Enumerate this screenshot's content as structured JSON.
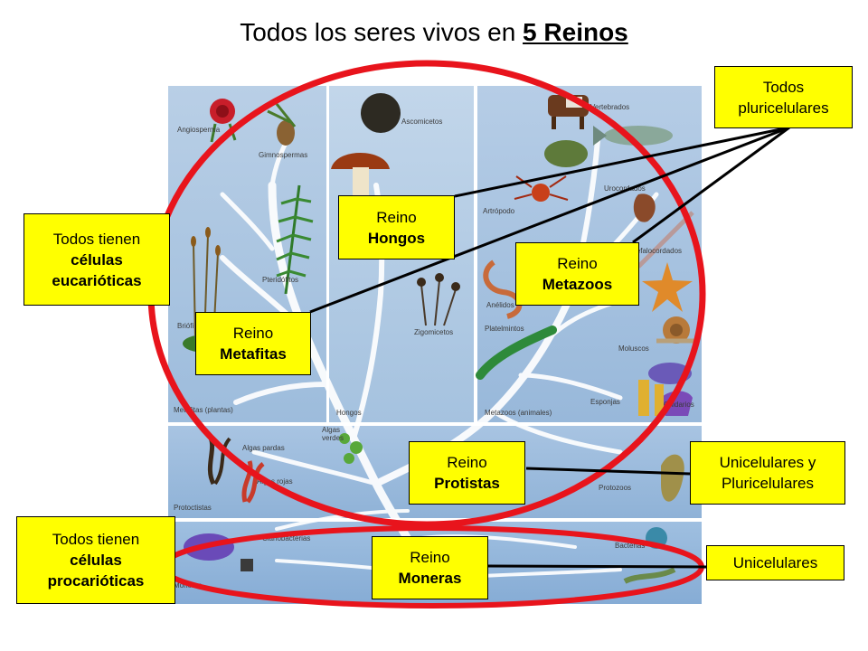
{
  "title": {
    "prefix": "Todos los seres vivos en ",
    "emphasis": "5 Reinos"
  },
  "reinos": {
    "hongos": {
      "line1": "Reino",
      "line2": "Hongos"
    },
    "metazoos": {
      "line1": "Reino",
      "line2": "Metazoos"
    },
    "metafitas": {
      "line1": "Reino",
      "line2": "Metafitas"
    },
    "protistas": {
      "line1": "Reino",
      "line2": "Protistas"
    },
    "moneras": {
      "line1": "Reino",
      "line2": "Moneras"
    }
  },
  "notes": {
    "eucariotas": {
      "line1": "Todos tienen",
      "line2": "células",
      "line3": "eucarióticas"
    },
    "procariotas": {
      "line1": "Todos tienen",
      "line2": "células",
      "line3": "procarióticas"
    },
    "pluricelulares": {
      "line1": "Todos",
      "line2": "pluricelulares"
    },
    "unipluri": {
      "line1": "Unicelulares y",
      "line2": "Pluricelulares"
    },
    "unicelulares": {
      "text": "Unicelulares"
    }
  },
  "illustration": {
    "labels": {
      "angiospermas": "Angiosperma",
      "gimnospermas": "Gimnospermas",
      "pteridofitos": "Pteridófitos",
      "briofitos": "Briófi",
      "metafitas_panel": "Metafitas (plantas)",
      "ascomicetos": "Ascomicetos",
      "zigomicetos": "Zigomicetos",
      "hongos_panel": "Hongos",
      "vertebrados": "Vertebrados",
      "urocordados": "Urocordados",
      "artropodos": "Artrópodo",
      "cefalocordados": "Cefalocordados",
      "anelidos": "Anélidos",
      "platelmintos": "Platelmintos",
      "moluscos": "Moluscos",
      "cnidarios": "Cnidarios",
      "esponjas": "Esponjas",
      "metazoos_panel": "Metazoos (animales)",
      "algas_pardas": "Algas pardas",
      "algas_verdes": "Algas verdes",
      "algas_rojas": "Algas rojas",
      "protoctistas": "Protoctistas",
      "protozoos": "Protozoos",
      "cianobacterias": "Cianobacterias",
      "bacterias": "Bacterias",
      "moneras_panel": "Moneras"
    }
  },
  "colors": {
    "label_fill": "#ffff00",
    "ellipse_stroke": "#e8141c",
    "connector": "#000000"
  }
}
